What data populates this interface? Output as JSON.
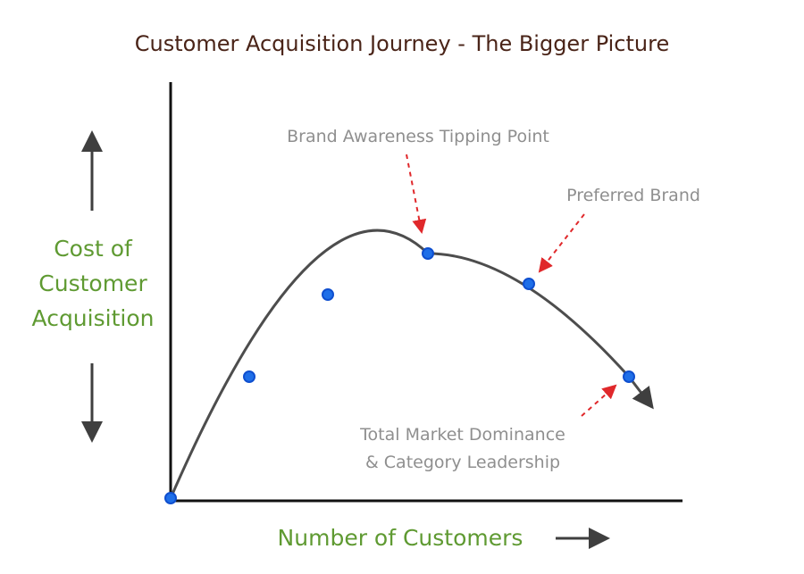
{
  "title": "Customer Acquisition Journey - The Bigger Picture",
  "y_label_lines": [
    "Cost of",
    "Customer",
    "Acquisition"
  ],
  "x_label": "Number of Customers",
  "annotations": {
    "tipping_point": "Brand Awareness Tipping Point",
    "preferred_brand": "Preferred Brand",
    "dominance_line1": "Total Market Dominance",
    "dominance_line2": "& Category Leadership"
  },
  "colors": {
    "title": "#4a2418",
    "label": "#5f9a32",
    "annotation": "#8f8f8f",
    "curve": "#4d4d4d",
    "points": "#1f6fe8",
    "dashed_arrows": "#e0282b"
  }
}
